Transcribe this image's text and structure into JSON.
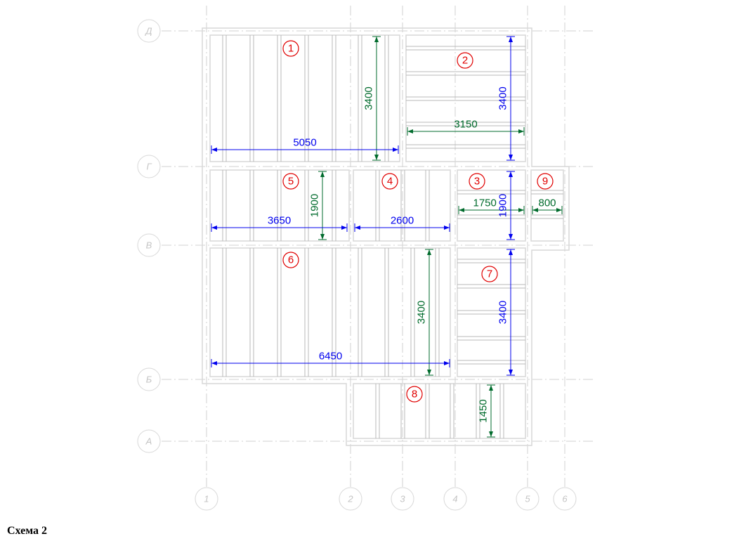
{
  "caption": "Схема 2",
  "axes": {
    "rows": [
      "Д",
      "Г",
      "В",
      "Б",
      "А"
    ],
    "cols": [
      "1",
      "2",
      "3",
      "4",
      "5",
      "6"
    ]
  },
  "rooms": [
    "1",
    "2",
    "3",
    "4",
    "5",
    "6",
    "7",
    "8",
    "9"
  ],
  "dimensions": {
    "room1_height": "3400",
    "room1_width": "5050",
    "room2_height": "3400",
    "room2_width": "3150",
    "room3_width": "1750",
    "room3_height": "1900",
    "room9_width": "800",
    "room5_height": "1900",
    "room5_width": "3650",
    "room4_width": "2600",
    "room6_height": "3400",
    "room6_width": "6450",
    "room7_height": "3400",
    "room8_height": "1450"
  },
  "colors": {
    "room_number": "#e00000",
    "dim_blue": "#0000ee",
    "dim_green": "#006b2c"
  }
}
